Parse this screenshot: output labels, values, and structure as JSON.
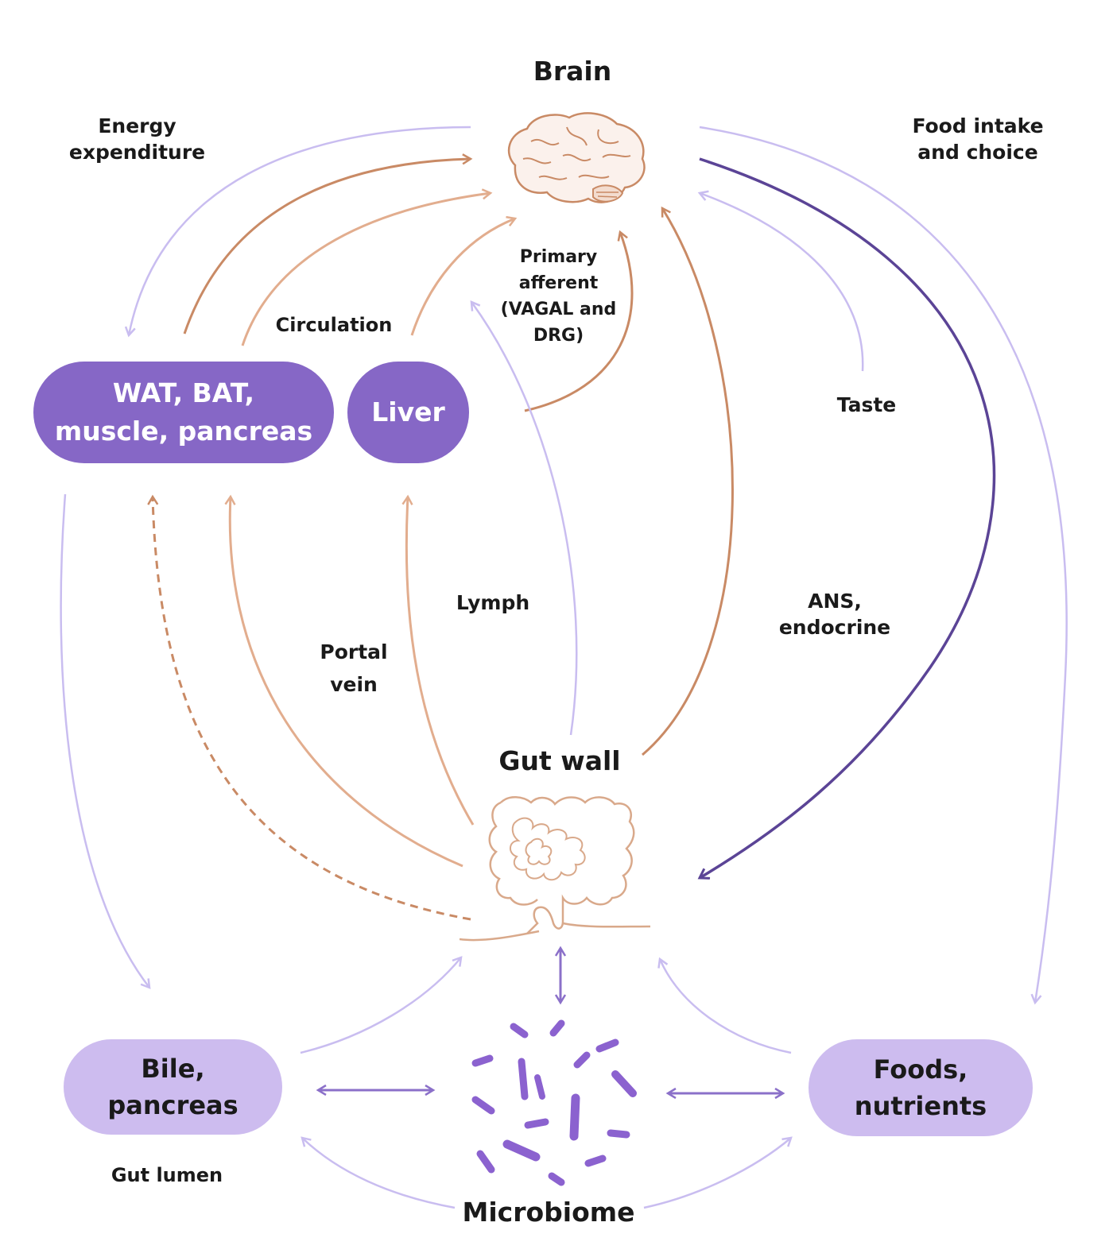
{
  "nodes": {
    "brain": "Brain",
    "gut_wall": "Gut wall",
    "microbiome": "Microbiome",
    "tissues": [
      "WAT, BAT,",
      "muscle, pancreas"
    ],
    "liver": "Liver",
    "bile": [
      "Bile,",
      "pancreas"
    ],
    "foods": [
      "Foods,",
      "nutrients"
    ]
  },
  "labels": {
    "energy": [
      "Energy",
      "expenditure"
    ],
    "food_intake": [
      "Food intake",
      "and choice"
    ],
    "circulation": "Circulation",
    "primary_afferent": [
      "Primary",
      "afferent",
      "(VAGAL and",
      "DRG)"
    ],
    "taste": "Taste",
    "lymph": "Lymph",
    "portal_vein": [
      "Portal",
      "vein"
    ],
    "ans": [
      "ANS,",
      "endocrine"
    ],
    "gut_lumen": "Gut lumen"
  },
  "colors": {
    "dark_purple": "#8667c6",
    "light_purple": "#cdbcef",
    "lavender_arrow": "#c9bdf0",
    "copper_arrow": "#c98a65",
    "peach_arrow": "#e2ad8e",
    "navy_purple_arrow": "#5b4496",
    "bacteria": "#8b62cf"
  },
  "icons": {
    "brain": "brain-icon",
    "gut": "intestine-icon",
    "microbiome": "bacteria-icon"
  }
}
